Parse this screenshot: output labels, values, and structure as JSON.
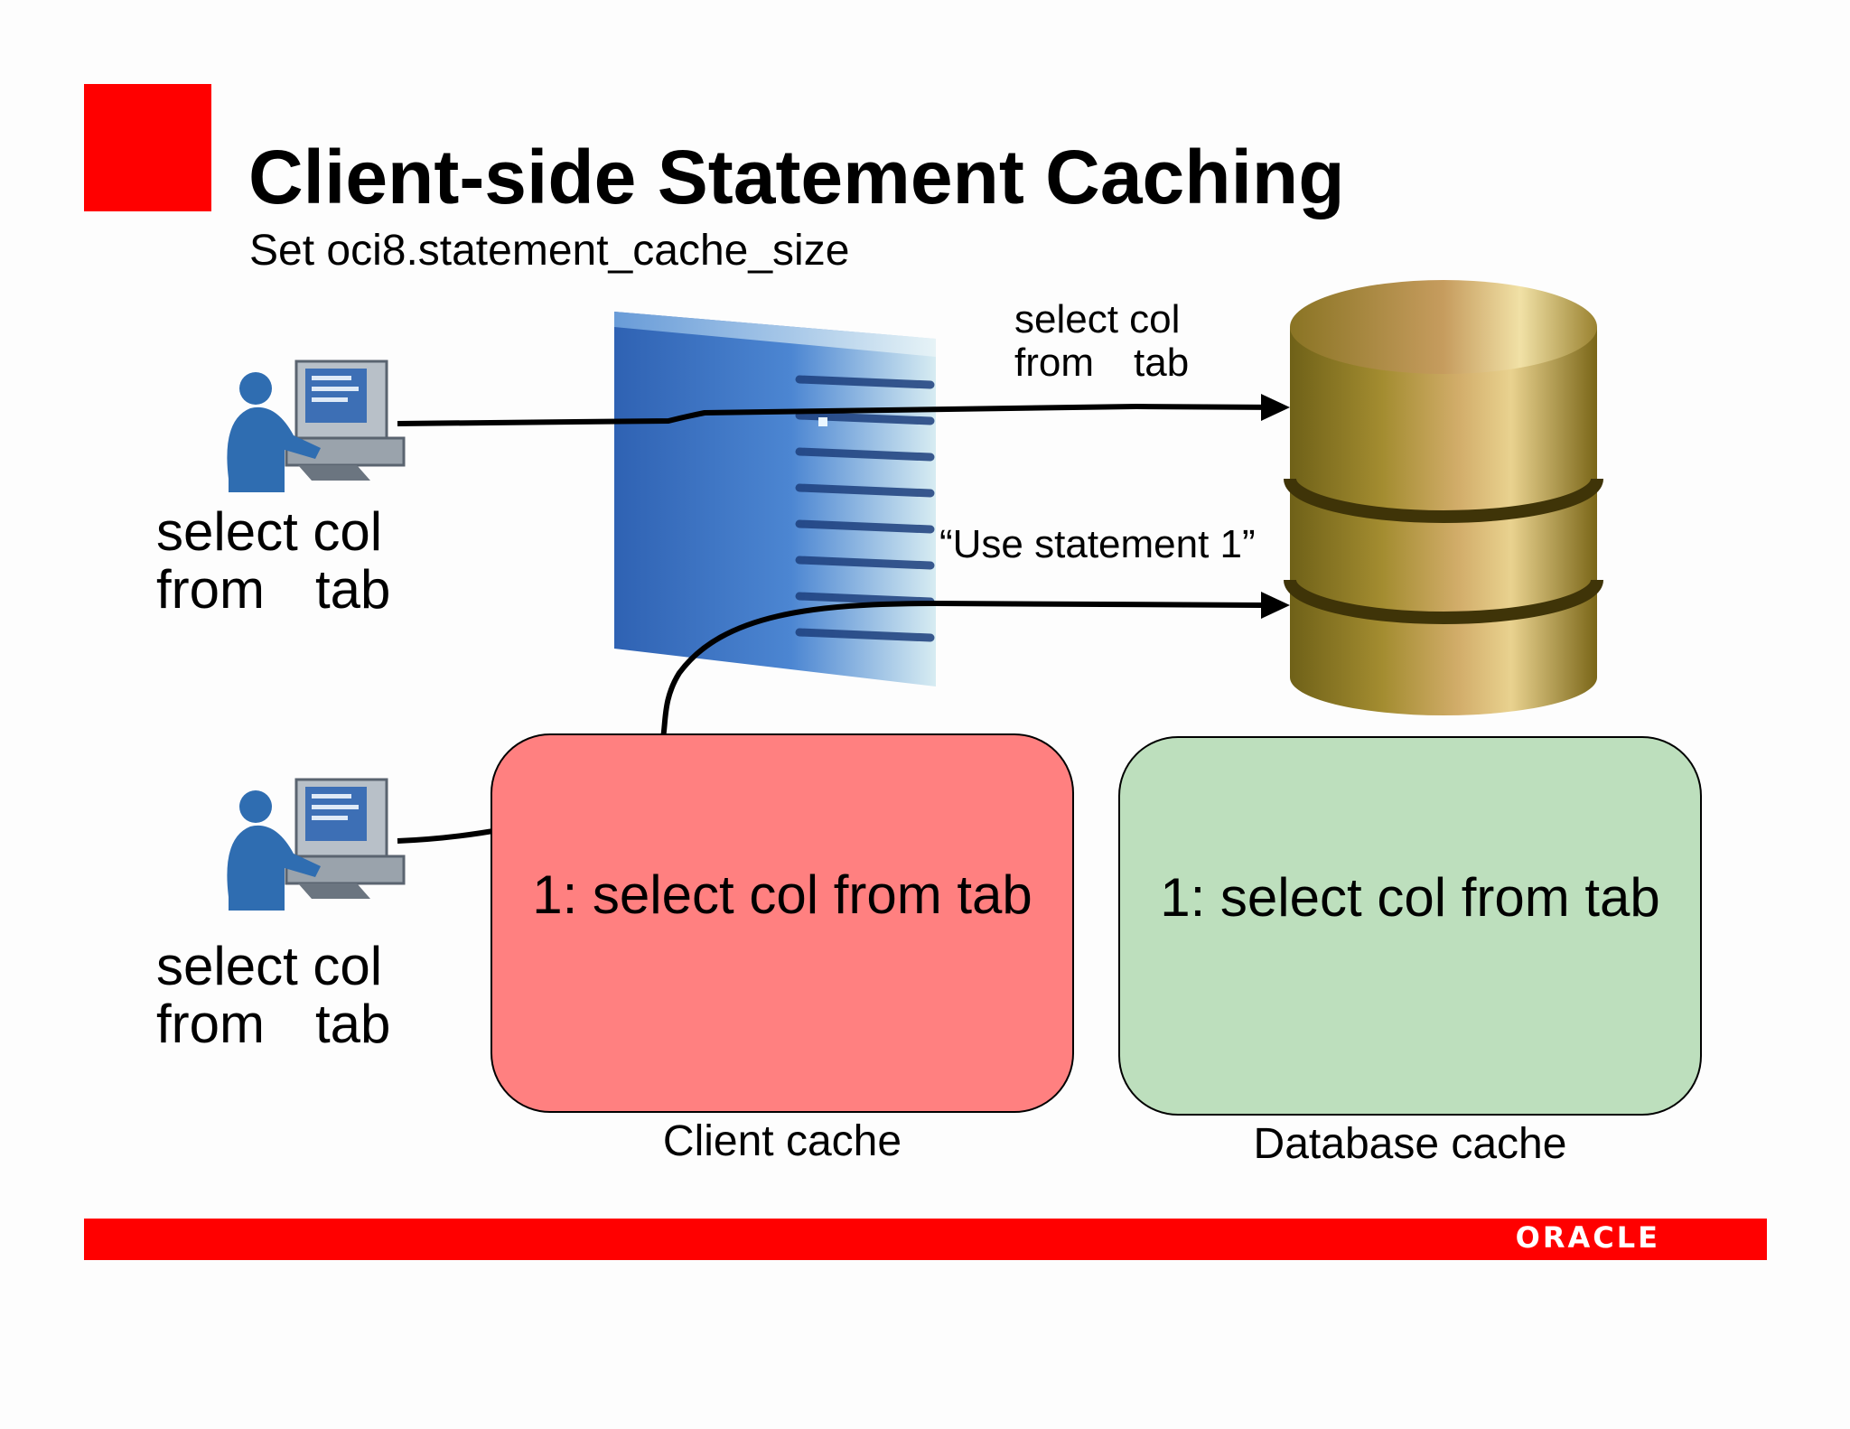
{
  "title": "Client-side Statement Caching",
  "subtitle": "Set oci8.statement_cache_size",
  "client1": {
    "query_line1": "select col",
    "query_line2_a": "from",
    "query_line2_b": "tab"
  },
  "client2": {
    "query_line1": "select col",
    "query_line2_a": "from",
    "query_line2_b": "tab"
  },
  "arrow_top": {
    "line1": "select col",
    "line2_a": "from",
    "line2_b": "tab"
  },
  "arrow_bottom": {
    "label": "“Use statement 1”"
  },
  "client_cache": {
    "entry": "1: select col from tab",
    "caption": "Client cache",
    "color": "#ff8080"
  },
  "database_cache": {
    "entry": "1: select col from tab",
    "caption": "Database cache",
    "color": "#bddfbd"
  },
  "footer": {
    "logo_text": "ORACLE",
    "color": "#ff0000"
  },
  "icons": {
    "client": "user-at-computer-icon",
    "server": "server-tower-icon",
    "database": "database-cylinder-icon"
  }
}
